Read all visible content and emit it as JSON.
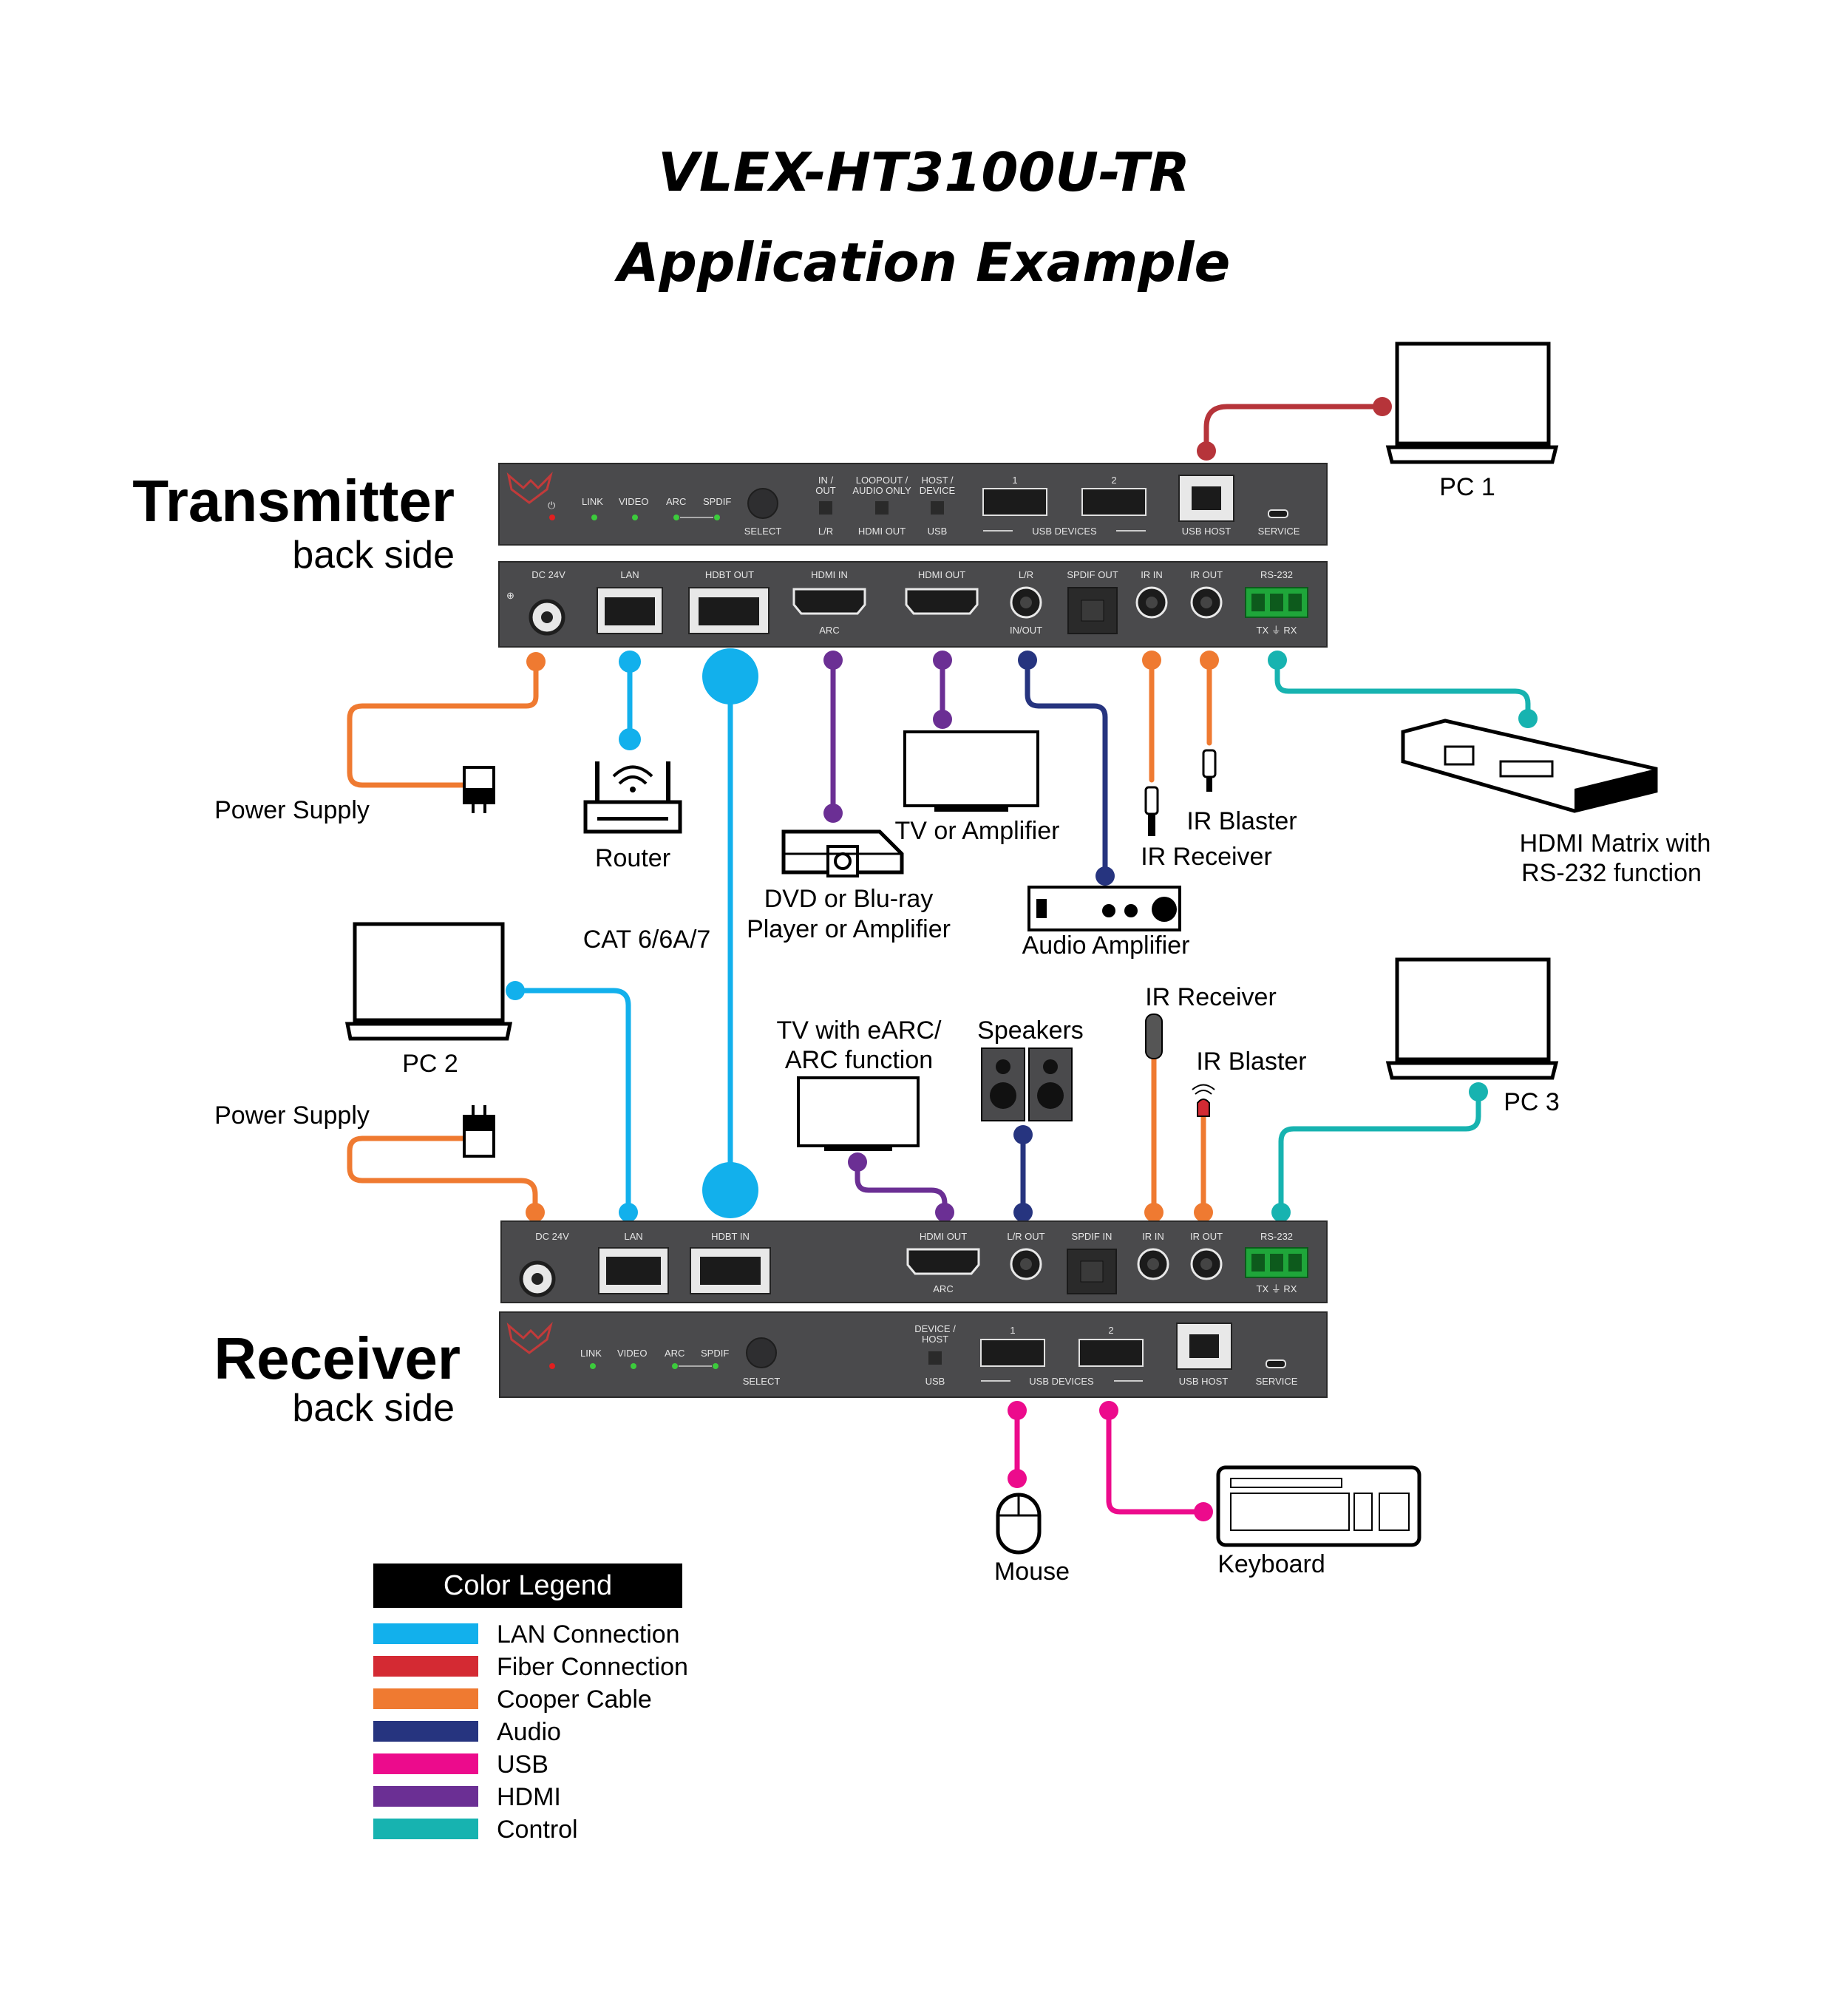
{
  "title": {
    "line1": "VLEX-HT3100U-TR",
    "line2": "Application Example"
  },
  "colors": {
    "lan": "#12b0ec",
    "fiber": "#d42a33",
    "copper": "#ef7a31",
    "audio": "#26347f",
    "usb": "#ec0b8c",
    "hdmi": "#6b2f94",
    "control": "#17b3b0",
    "pc_link": "#b6343a",
    "panel": "#4a4a4c"
  },
  "transmitter": {
    "name": "Transmitter",
    "sub": "back side",
    "top_panel": {
      "leds": [
        "LINK",
        "VIDEO",
        "ARC",
        "SPDIF"
      ],
      "select": "SELECT",
      "switch1_top": "IN /\nOUT",
      "switch1_bottom": "L/R",
      "switch2_top": "LOOPOUT /\nAUDIO ONLY",
      "switch2_bottom": "HDMI OUT",
      "switch3_top": "HOST /\nDEVICE",
      "switch3_bottom": "USB",
      "usb1": "1",
      "usb2": "2",
      "usb_devices": "USB DEVICES",
      "usb_host": "USB HOST",
      "service": "SERVICE"
    },
    "bottom_panel": {
      "dc": "DC 24V",
      "lan": "LAN",
      "hdbt": "HDBT OUT",
      "hdmi_in": "HDMI IN",
      "hdmi_in_sub": "ARC",
      "hdmi_out": "HDMI OUT",
      "lr": "L/R",
      "lr_sub": "IN/OUT",
      "spdif": "SPDIF OUT",
      "ir_in": "IR IN",
      "ir_out": "IR OUT",
      "rs232": "RS-232",
      "rs232_sub": "TX ⏚ RX"
    }
  },
  "receiver": {
    "name": "Receiver",
    "sub": "back side",
    "top_panel": {
      "dc": "DC 24V",
      "lan": "LAN",
      "hdbt": "HDBT IN",
      "hdmi_out": "HDMI OUT",
      "hdmi_out_sub": "ARC",
      "lr": "L/R OUT",
      "spdif": "SPDIF IN",
      "ir_in": "IR IN",
      "ir_out": "IR OUT",
      "rs232": "RS-232",
      "rs232_sub": "TX ⏚ RX"
    },
    "bottom_panel": {
      "leds": [
        "LINK",
        "VIDEO",
        "ARC",
        "SPDIF"
      ],
      "select": "SELECT",
      "switch_top": "DEVICE /\nHOST",
      "switch_bottom": "USB",
      "usb1": "1",
      "usb2": "2",
      "usb_devices": "USB DEVICES",
      "usb_host": "USB HOST",
      "service": "SERVICE"
    }
  },
  "devices": {
    "pc1": "PC 1",
    "pc2": "PC 2",
    "pc3": "PC 3",
    "power_supply_tx": "Power Supply",
    "power_supply_rx": "Power Supply",
    "router": "Router",
    "cat": "CAT 6/6A/7",
    "dvd_line1": "DVD or Blu-ray",
    "dvd_line2": "Player or Amplifier",
    "tv_amp": "TV or Amplifier",
    "audio_amp": "Audio Amplifier",
    "ir_receiver_tx": "IR Receiver",
    "ir_blaster_tx": "IR Blaster",
    "hdmi_matrix_line1": "HDMI Matrix with",
    "hdmi_matrix_line2": "RS-232 function",
    "tv_earc_line1": "TV with eARC/",
    "tv_earc_line2": "ARC function",
    "speakers": "Speakers",
    "ir_receiver_rx": "IR Receiver",
    "ir_blaster_rx": "IR Blaster",
    "mouse": "Mouse",
    "keyboard": "Keyboard"
  },
  "legend": {
    "title": "Color Legend",
    "items": [
      {
        "label": "LAN Connection",
        "color": "#12b0ec"
      },
      {
        "label": "Fiber Connection",
        "color": "#d42a33"
      },
      {
        "label": "Cooper Cable",
        "color": "#ef7a31"
      },
      {
        "label": "Audio",
        "color": "#26347f"
      },
      {
        "label": "USB",
        "color": "#ec0b8c"
      },
      {
        "label": "HDMI",
        "color": "#6b2f94"
      },
      {
        "label": "Control",
        "color": "#17b3b0"
      }
    ]
  }
}
